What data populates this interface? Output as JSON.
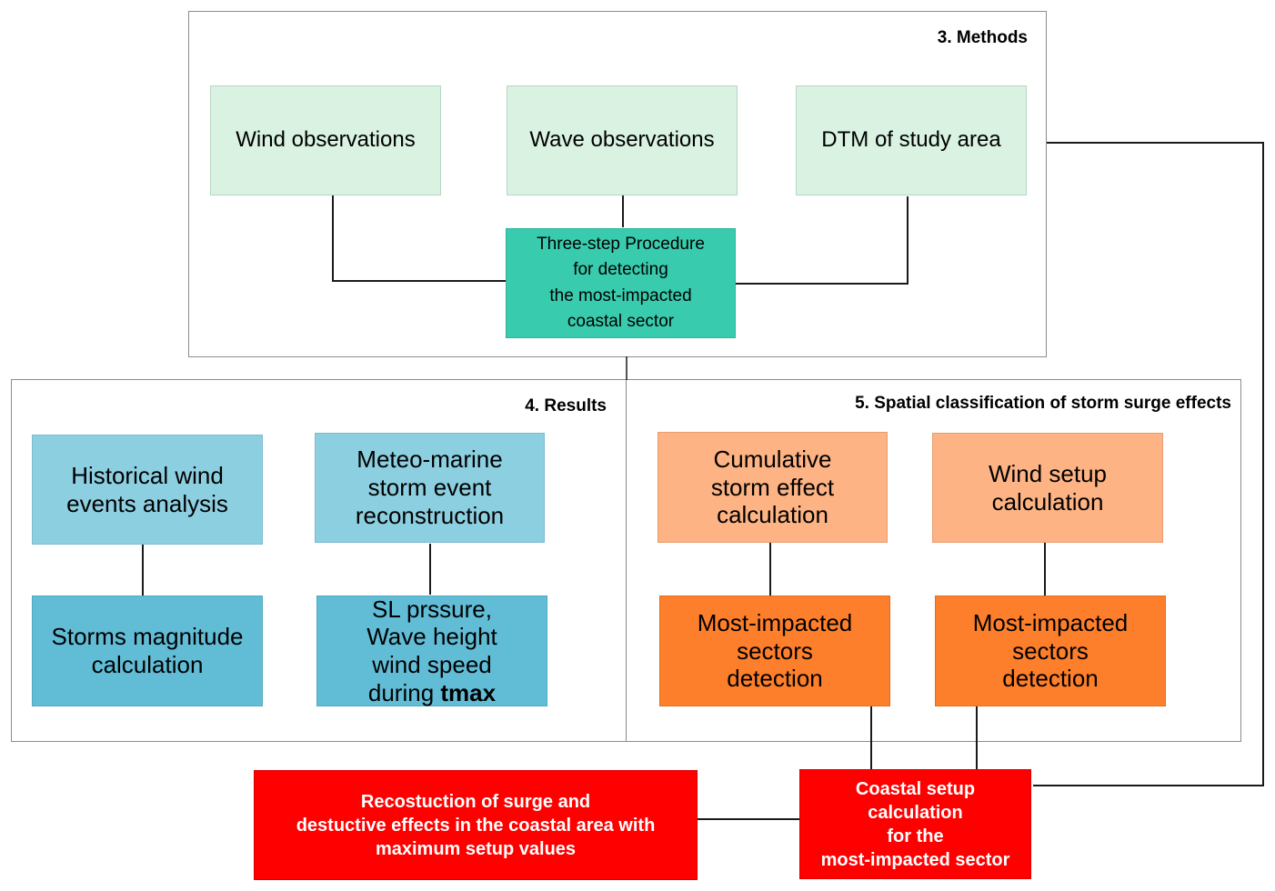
{
  "panels": {
    "methods": {
      "title": "3. Methods"
    },
    "results": {
      "title": "4. Results"
    },
    "spatial": {
      "title": "5. Spatial classification of storm surge effects"
    }
  },
  "nodes": {
    "wind_observations": "Wind observations",
    "wave_observations": "Wave observations",
    "dtm_study_area": "DTM of study area",
    "three_step_procedure": "Three-step Procedure\nfor detecting\nthe most-impacted\ncoastal sector",
    "historical_wind_events": "Historical wind\nevents analysis",
    "storms_magnitude": "Storms magnitude\ncalculation",
    "meteo_marine_reconstruction": "Meteo-marine\nstorm event\nreconstruction",
    "sl_pressure_prefix": "SL prssure,\nWave height\nwind speed\nduring ",
    "sl_pressure_bold": "tmax",
    "cumulative_storm_effect": "Cumulative\nstorm effect\ncalculation",
    "wind_setup": "Wind setup\ncalculation",
    "most_impacted_left": "Most-impacted\nsectors\ndetection",
    "most_impacted_right": "Most-impacted\nsectors\ndetection",
    "coastal_setup": "Coastal setup\ncalculation\nfor the\nmost-impacted  sector",
    "reconstruction_surge": "Recostuction of surge and\ndestuctive effects in the coastal area with\nmaximum setup values"
  },
  "colors": {
    "observation_fill": "#d9f2e2",
    "procedure_fill": "#38cbad",
    "results_light_fill": "#8ccfe0",
    "results_dark_fill": "#61bcd6",
    "spatial_light_fill": "#fdb383",
    "spatial_dark_fill": "#fd7f2b",
    "output_fill": "#fe0000"
  }
}
